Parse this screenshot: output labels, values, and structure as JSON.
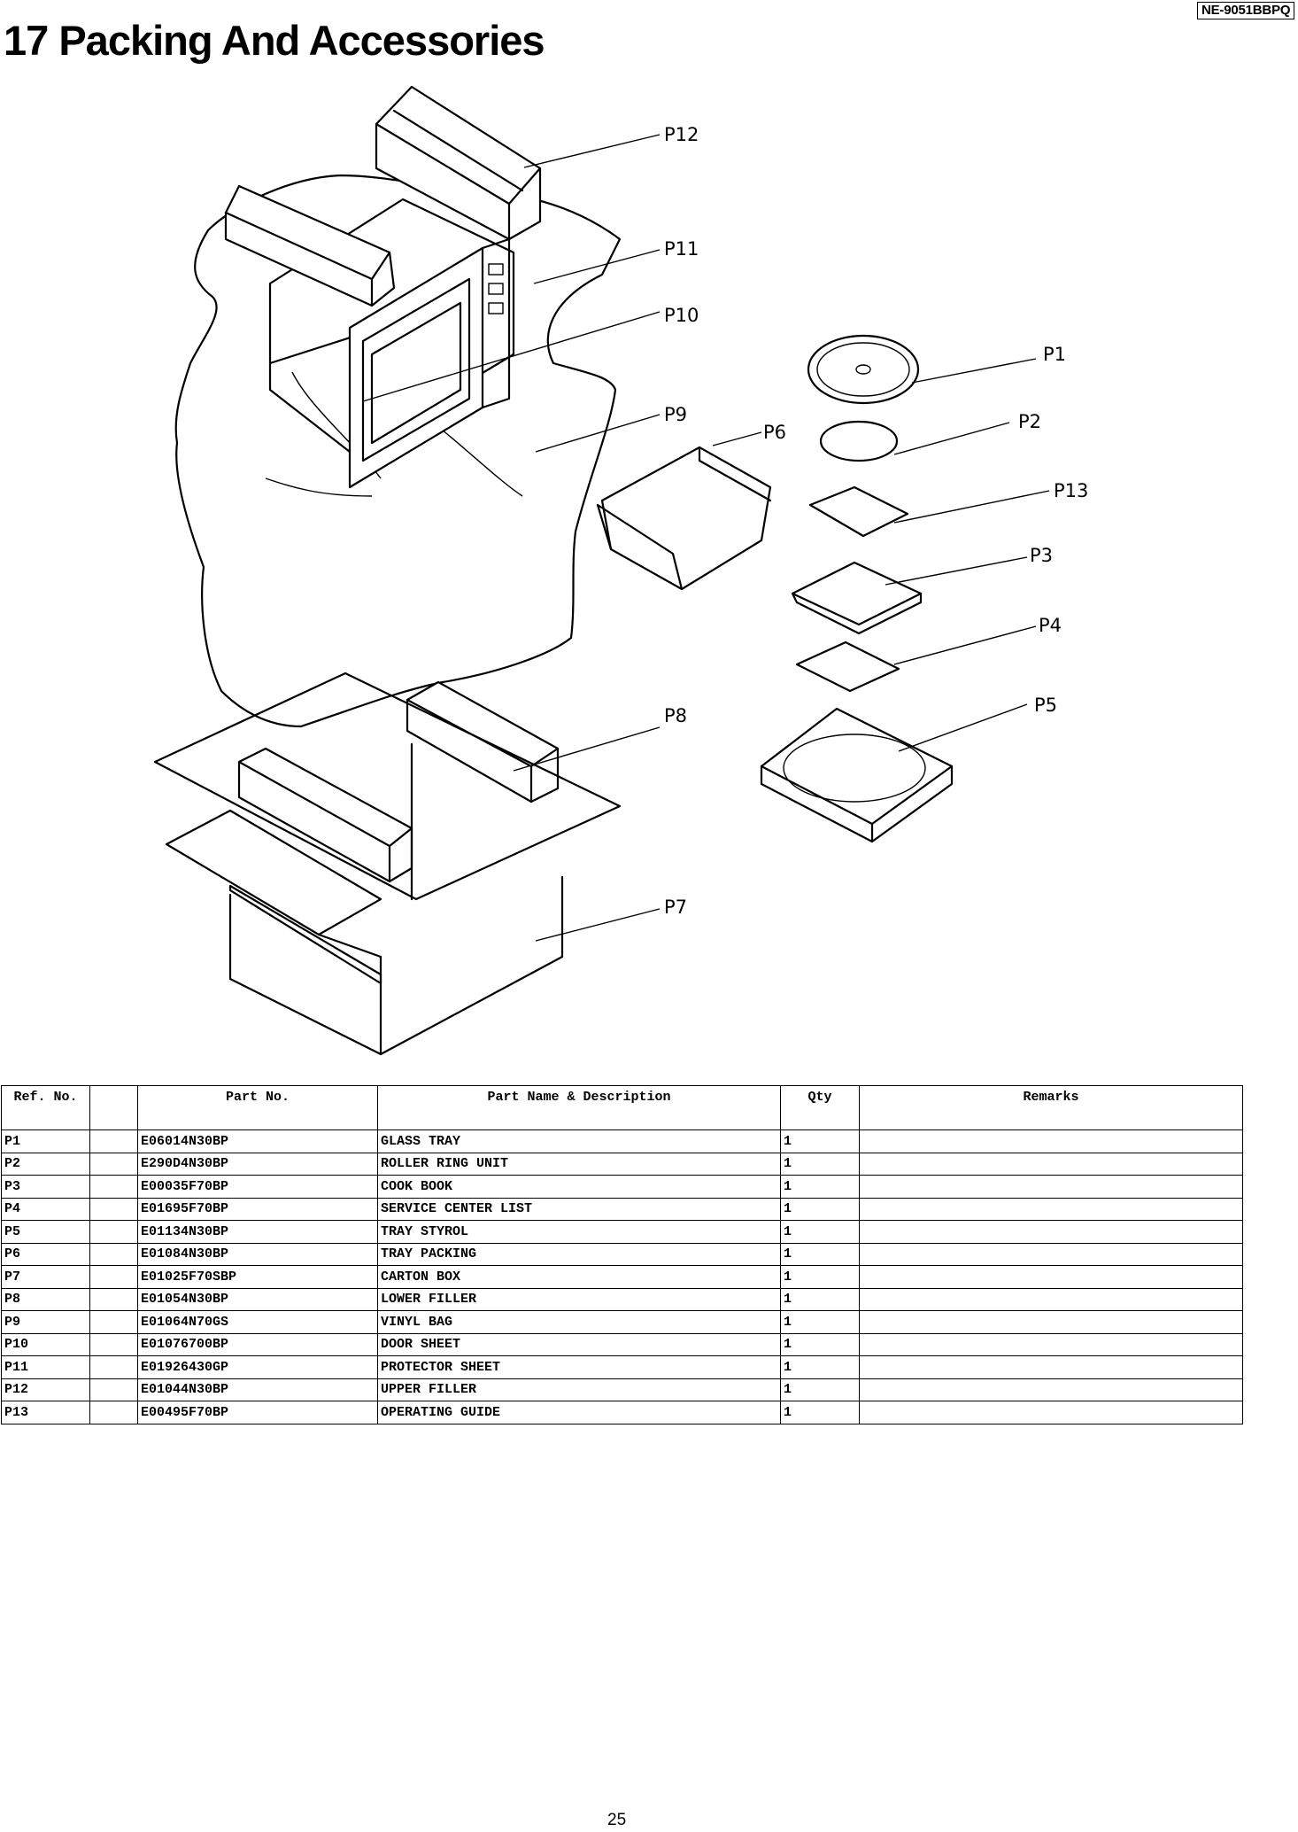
{
  "header": {
    "model_code": "NE-9051BBPQ",
    "title": "17 Packing And Accessories"
  },
  "diagram": {
    "callouts": [
      "P1",
      "P2",
      "P3",
      "P4",
      "P5",
      "P6",
      "P7",
      "P8",
      "P9",
      "P10",
      "P11",
      "P12",
      "P13"
    ]
  },
  "table": {
    "headers": [
      "Ref. No.",
      "",
      "Part No.",
      "Part Name & Description",
      "Qty",
      "Remarks"
    ],
    "rows": [
      {
        "ref": "P1",
        "part_no": "E06014N30BP",
        "description": "GLASS TRAY",
        "qty": "1",
        "remarks": ""
      },
      {
        "ref": "P2",
        "part_no": "E290D4N30BP",
        "description": "ROLLER RING UNIT",
        "qty": "1",
        "remarks": ""
      },
      {
        "ref": "P3",
        "part_no": "E00035F70BP",
        "description": "COOK BOOK",
        "qty": "1",
        "remarks": ""
      },
      {
        "ref": "P4",
        "part_no": "E01695F70BP",
        "description": "SERVICE CENTER LIST",
        "qty": "1",
        "remarks": ""
      },
      {
        "ref": "P5",
        "part_no": "E01134N30BP",
        "description": "TRAY STYROL",
        "qty": "1",
        "remarks": ""
      },
      {
        "ref": "P6",
        "part_no": "E01084N30BP",
        "description": "TRAY PACKING",
        "qty": "1",
        "remarks": ""
      },
      {
        "ref": "P7",
        "part_no": "E01025F70SBP",
        "description": "CARTON BOX",
        "qty": "1",
        "remarks": ""
      },
      {
        "ref": "P8",
        "part_no": "E01054N30BP",
        "description": "LOWER FILLER",
        "qty": "1",
        "remarks": ""
      },
      {
        "ref": "P9",
        "part_no": "E01064N70GS",
        "description": "VINYL BAG",
        "qty": "1",
        "remarks": ""
      },
      {
        "ref": "P10",
        "part_no": "E01076700BP",
        "description": "DOOR SHEET",
        "qty": "1",
        "remarks": ""
      },
      {
        "ref": "P11",
        "part_no": "E01926430GP",
        "description": "PROTECTOR SHEET",
        "qty": "1",
        "remarks": ""
      },
      {
        "ref": "P12",
        "part_no": "E01044N30BP",
        "description": "UPPER FILLER",
        "qty": "1",
        "remarks": ""
      },
      {
        "ref": "P13",
        "part_no": "E00495F70BP",
        "description": "OPERATING GUIDE",
        "qty": "1",
        "remarks": ""
      }
    ]
  },
  "footer": {
    "page_number": "25"
  }
}
